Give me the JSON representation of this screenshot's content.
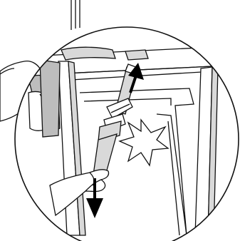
{
  "illustration": {
    "subject": "strap-buckle-tightening",
    "style": "line-art",
    "colors": {
      "line": "#111111",
      "fill_light": "#ffffff",
      "fill_shade": "#d9d9d9",
      "fill_dark": "#bdbdbd",
      "arrow": "#000000"
    },
    "arrows": [
      {
        "name": "pull-up-arrow",
        "direction": "up"
      },
      {
        "name": "pull-down-arrow",
        "direction": "down"
      }
    ],
    "burst": {
      "name": "impact-burst",
      "meaning": "click"
    }
  }
}
